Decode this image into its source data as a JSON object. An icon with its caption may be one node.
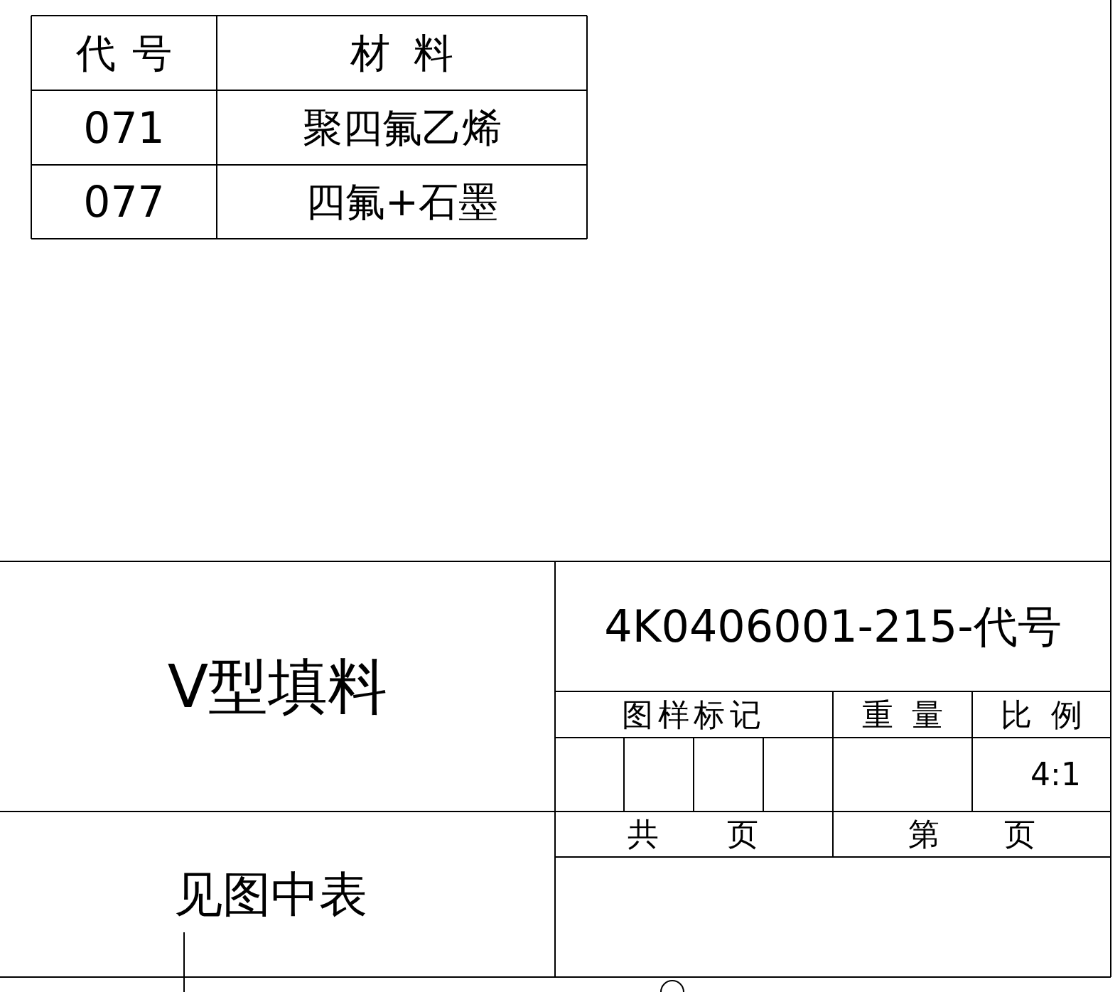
{
  "diagram": {
    "labels": [
      "代号",
      "材料",
      "071",
      "聚四氟乙烯",
      "077",
      "四氟+石墨",
      "V型填料",
      "4K0406001-215-代号",
      "图样标记",
      "重量",
      "比例",
      "4:1",
      "共",
      "页",
      "第",
      "页",
      "见图中表"
    ]
  }
}
